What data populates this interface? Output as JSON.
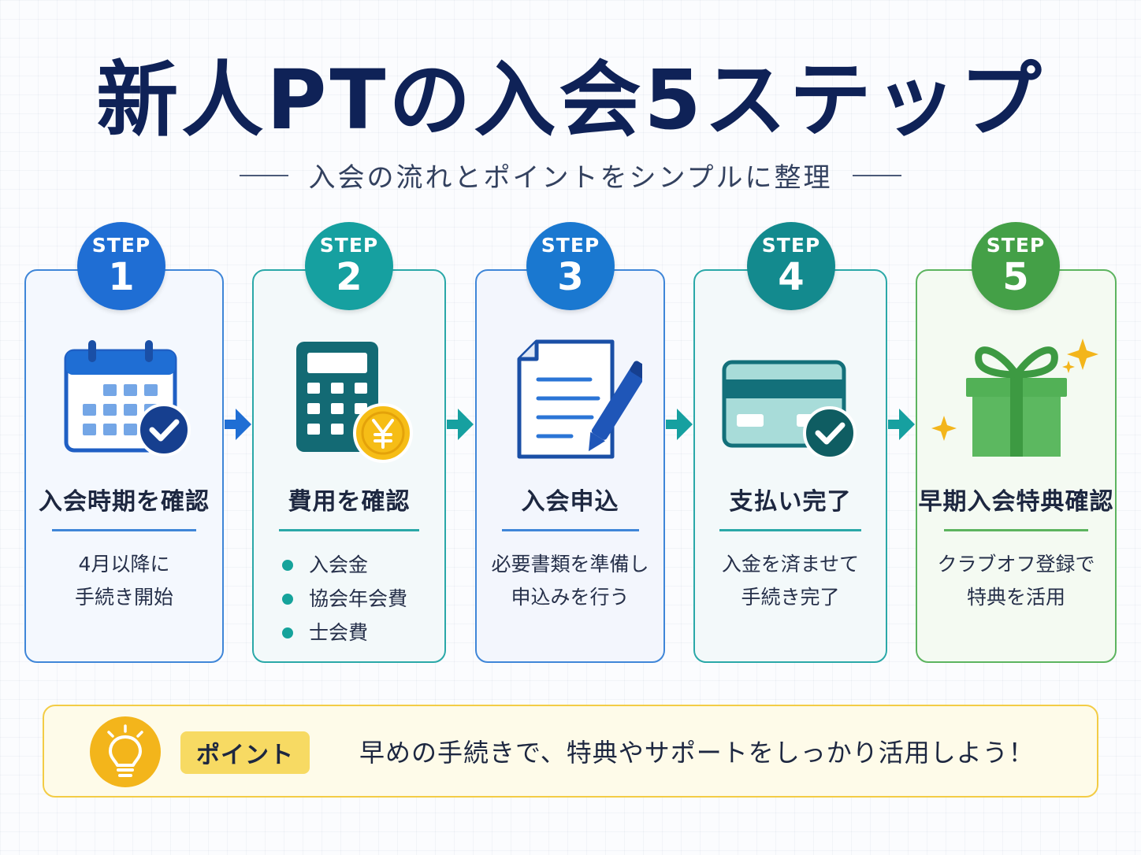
{
  "title": "新人PTの入会5ステップ",
  "subtitle": "入会の流れとポイントをシンプルに整理",
  "colors": {
    "step1": "#1f6ed4",
    "step2": "#16a0a0",
    "step3": "#1a78d0",
    "step4": "#138a8e",
    "step5": "#44a047",
    "title": "#0f2257",
    "point_border": "#f3cc45"
  },
  "steps": [
    {
      "label": "STEP",
      "number": "1",
      "icon": "calendar-check-icon",
      "title": "入会時期を確認",
      "desc": [
        "4月以降に",
        "手続き開始"
      ]
    },
    {
      "label": "STEP",
      "number": "2",
      "icon": "calculator-yen-icon",
      "title": "費用を確認",
      "bullets": [
        "入会金",
        "協会年会費",
        "士会費"
      ]
    },
    {
      "label": "STEP",
      "number": "3",
      "icon": "document-pen-icon",
      "title": "入会申込",
      "desc": [
        "必要書類を準備し",
        "申込みを行う"
      ]
    },
    {
      "label": "STEP",
      "number": "4",
      "icon": "credit-card-check-icon",
      "title": "支払い完了",
      "desc": [
        "入金を済ませて",
        "手続き完了"
      ]
    },
    {
      "label": "STEP",
      "number": "5",
      "icon": "gift-sparkle-icon",
      "title": "早期入会特典確認",
      "desc": [
        "クラブオフ登録で",
        "特典を活用"
      ]
    }
  ],
  "point": {
    "icon": "lightbulb-icon",
    "label": "ポイント",
    "text": "早めの手続きで、特典やサポートをしっかり活用しよう！"
  }
}
